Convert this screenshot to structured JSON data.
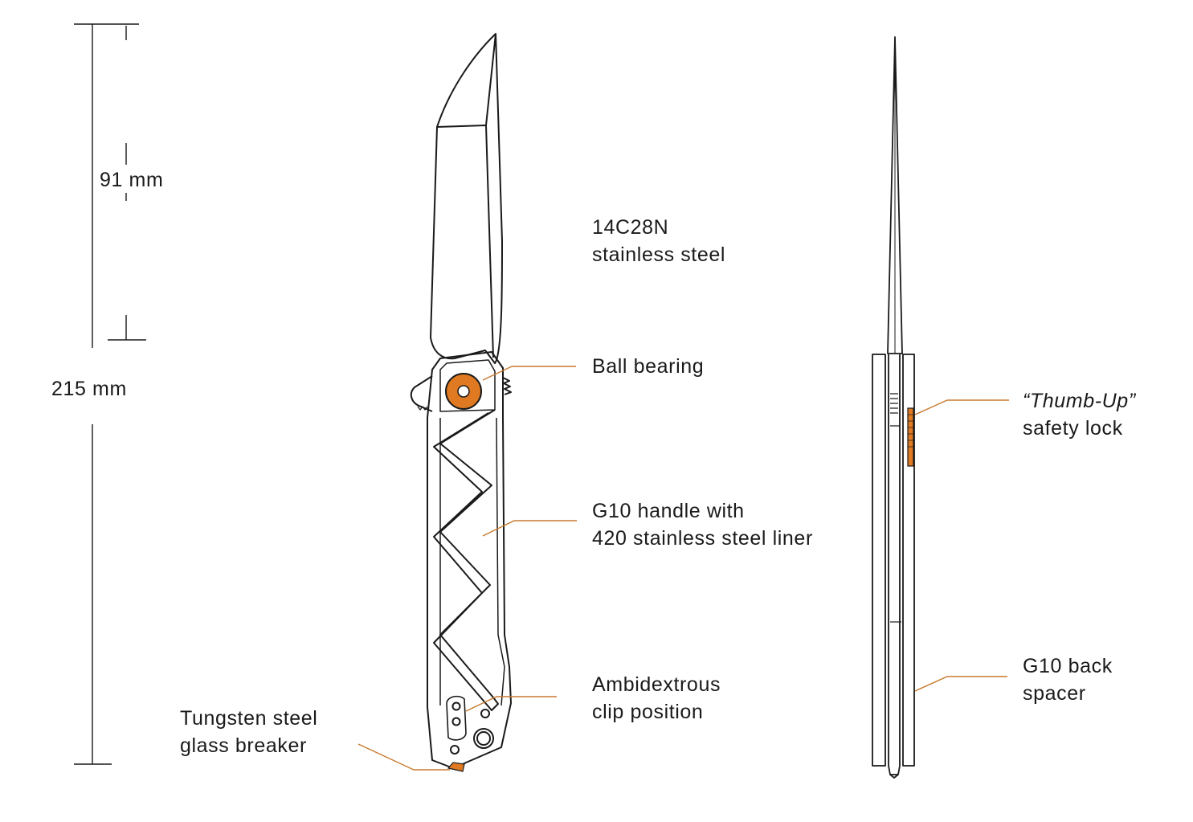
{
  "colors": {
    "line": "#1a1a1a",
    "accent": "#e07a22",
    "leader": "#c97a2e",
    "background": "#ffffff"
  },
  "dimensions": {
    "blade_length": "91 mm",
    "overall_length": "215 mm"
  },
  "callouts": {
    "blade_steel": {
      "line1": "14C28N",
      "line2": "stainless steel"
    },
    "ball_bearing": {
      "line1": "Ball bearing"
    },
    "handle": {
      "line1": "G10 handle with",
      "line2": "420 stainless steel  liner"
    },
    "clip": {
      "line1": "Ambidextrous",
      "line2": "clip position"
    },
    "glass_breaker": {
      "line1": "Tungsten steel",
      "line2": "glass breaker"
    },
    "safety_lock": {
      "line1": "“Thumb-Up”",
      "line2": "safety lock"
    },
    "back_spacer": {
      "line1": "G10 back",
      "line2": "spacer"
    }
  }
}
